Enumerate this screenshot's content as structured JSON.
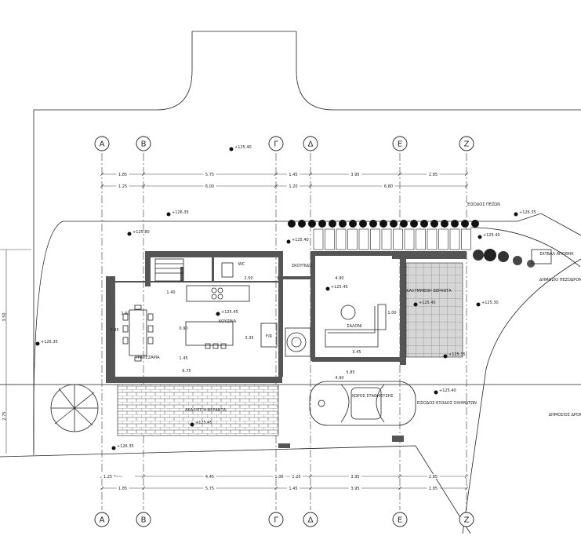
{
  "axes": [
    "A",
    "B",
    "Γ",
    "Δ",
    "E",
    "Z"
  ],
  "top_dims_row1": [
    "1.85",
    "5.75",
    "1.45",
    "3.95",
    "2.85"
  ],
  "top_dims_row2": [
    "1.25",
    "6.00",
    "1.20",
    "6.80"
  ],
  "bottom_dims_row1": [
    "1.25",
    "4.45",
    "1.06",
    "1.20",
    "3.95",
    "2.85"
  ],
  "bottom_dims_row2": [
    "1.85",
    "5.75",
    "1.45",
    "3.95",
    "2.85"
  ],
  "levels": {
    "top_left": "+125.40",
    "road": "+126.35",
    "road_right": "+126.35",
    "yard": "+125.80",
    "left": "+126.35",
    "entrance_right": "+125.40",
    "kitchen": "+125.45",
    "living": "+125.45",
    "veranda_right": "+125.45",
    "yard_right": "+125.30",
    "parking": "+125.40",
    "bottom_left": "+126.35",
    "entry": "+125.40",
    "veranda_south": "+125.45",
    "shed": "+125.35"
  },
  "rooms": {
    "dining": "ΤΡΑΠΕΖΑΡΙΑ",
    "kitchen": "ΚΟΥΖΙΝΑ",
    "wc": "WC",
    "storage": "ΣΚΟΥΠΙΔΟ",
    "fridge": "F/R",
    "living": "ΣΑΛΟΝΙ",
    "covered_veranda": "ΚΑΛΥΜΜΕΝΗ ΒΕΡΑΝΤΑ",
    "open_veranda": "ΑΚΑΛΥΠΤΗ ΒΕΡΑΝΤΑ",
    "parking": "ΧΩΡΟΣ ΣΤΑΘΜΕΥΣΗΣ",
    "car_entrance": "ΕΙΣΟΔΟΣ-ΕΞΟΔΟΣ ΟΧΗΜΑΤΩΝ",
    "ped_entrance": "ΕΙΣΟΔΟΣ ΠΕΖΩΝ",
    "bins": "ΣΚΥΒΑΛ ΑΠΟΘΗΚ",
    "sidewalk": "ΔΗΜΟΣΙΟ ΠΕΖΟΔΡΟΜΙΟ",
    "road": "ΔΗΜΟΣΙΟΣ ΔΡΟΜΟΣ"
  },
  "inner_dims": {
    "a": "1.60",
    "b": "1.40",
    "c": "2.50",
    "d": "4.90",
    "e": "6.75",
    "f": "5.85",
    "g": "4.90",
    "h": "3.45",
    "i": "3.35",
    "j": "0.90",
    "k": "1.45",
    "l": "1.00",
    "m": "3.95",
    "n": "3.50",
    "o": "2.75"
  }
}
